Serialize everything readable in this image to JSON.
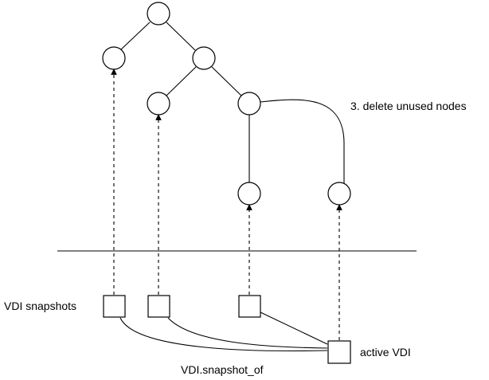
{
  "labels": {
    "delete_note": "3. delete unused nodes",
    "vdi_snapshots": "VDI snapshots",
    "active_vdi": "active VDI",
    "snapshot_of": "VDI.snapshot_of"
  }
}
